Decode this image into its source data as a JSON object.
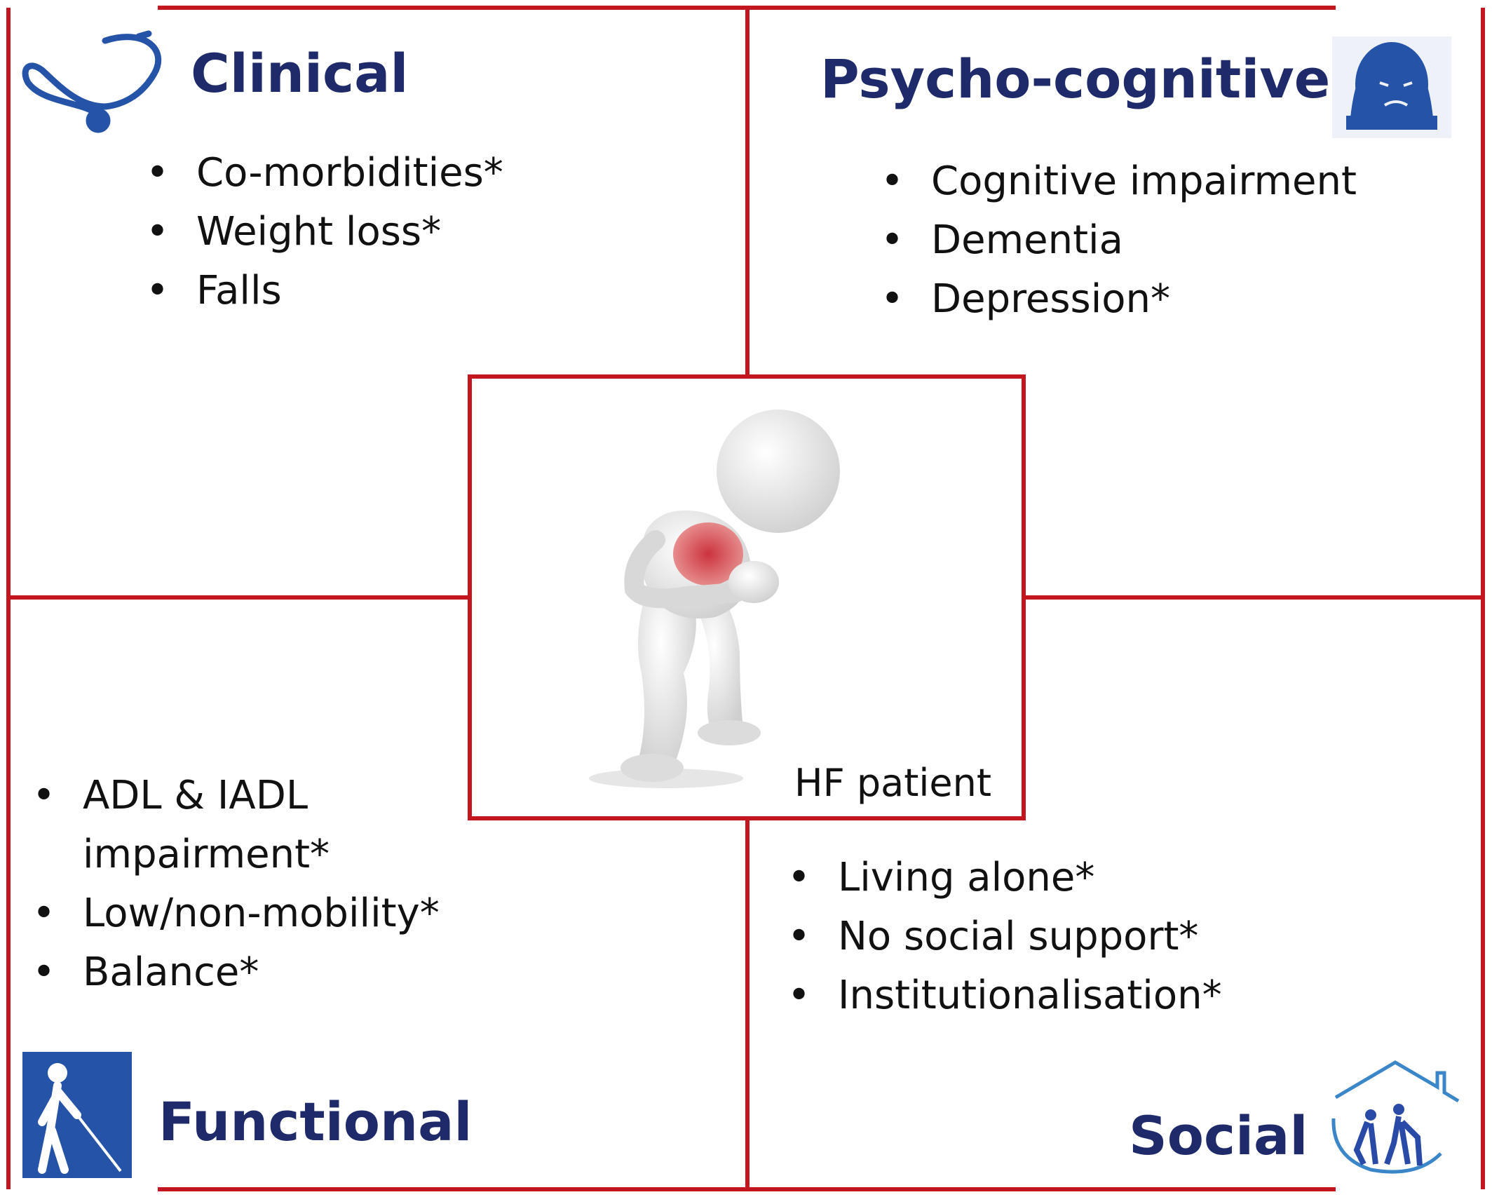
{
  "quadrants": {
    "clinical": {
      "title": "Clinical",
      "icon": "stethoscope-icon",
      "items": [
        "Co-morbidities*",
        "Weight  loss*",
        "Falls"
      ]
    },
    "psycho_cognitive": {
      "title": "Psycho-cognitive",
      "icon": "distressed-person-icon",
      "items": [
        "Cognitive  impairment",
        "Dementia",
        "Depression*"
      ]
    },
    "functional": {
      "title": "Functional",
      "icon": "blind-person-with-cane-icon",
      "items": [
        "ADL & IADL impairment*",
        "Low/non-mobility*",
        "Balance*"
      ]
    },
    "social": {
      "title": "Social",
      "icon": "elderly-couple-home-icon",
      "items": [
        "Living  alone*",
        "No social  support*",
        "Institutionalisation*"
      ]
    }
  },
  "center": {
    "caption": "HF patient",
    "icon": "figure-clutching-chest-icon"
  },
  "colors": {
    "border": "#c4161f",
    "heading": "#1f2a6b",
    "icon_blue": "#2553a8"
  }
}
